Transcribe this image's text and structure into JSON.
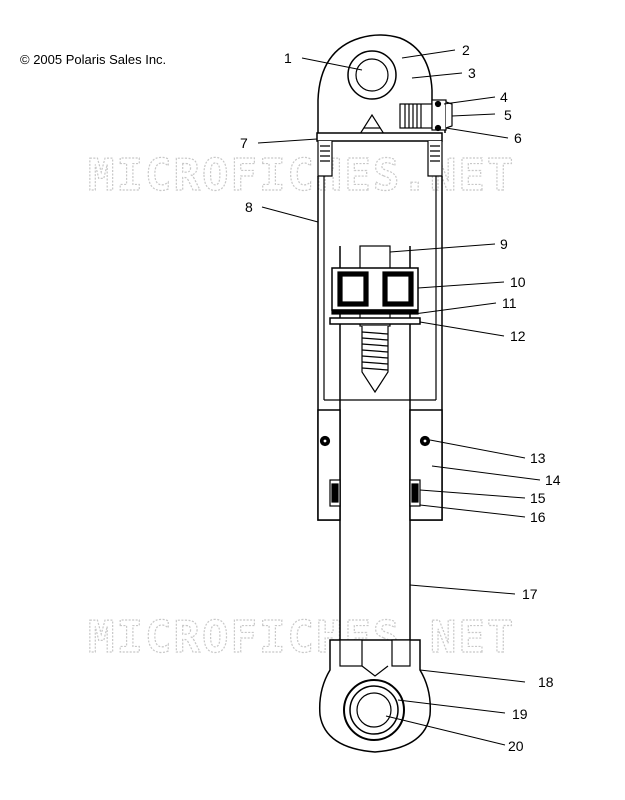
{
  "copyright": "© 2005 Polaris Sales Inc.",
  "watermark": "MICROFICHES.NET",
  "callouts": [
    "1",
    "2",
    "3",
    "4",
    "5",
    "6",
    "7",
    "8",
    "9",
    "10",
    "11",
    "12",
    "13",
    "14",
    "15",
    "16",
    "17",
    "18",
    "19",
    "20"
  ]
}
